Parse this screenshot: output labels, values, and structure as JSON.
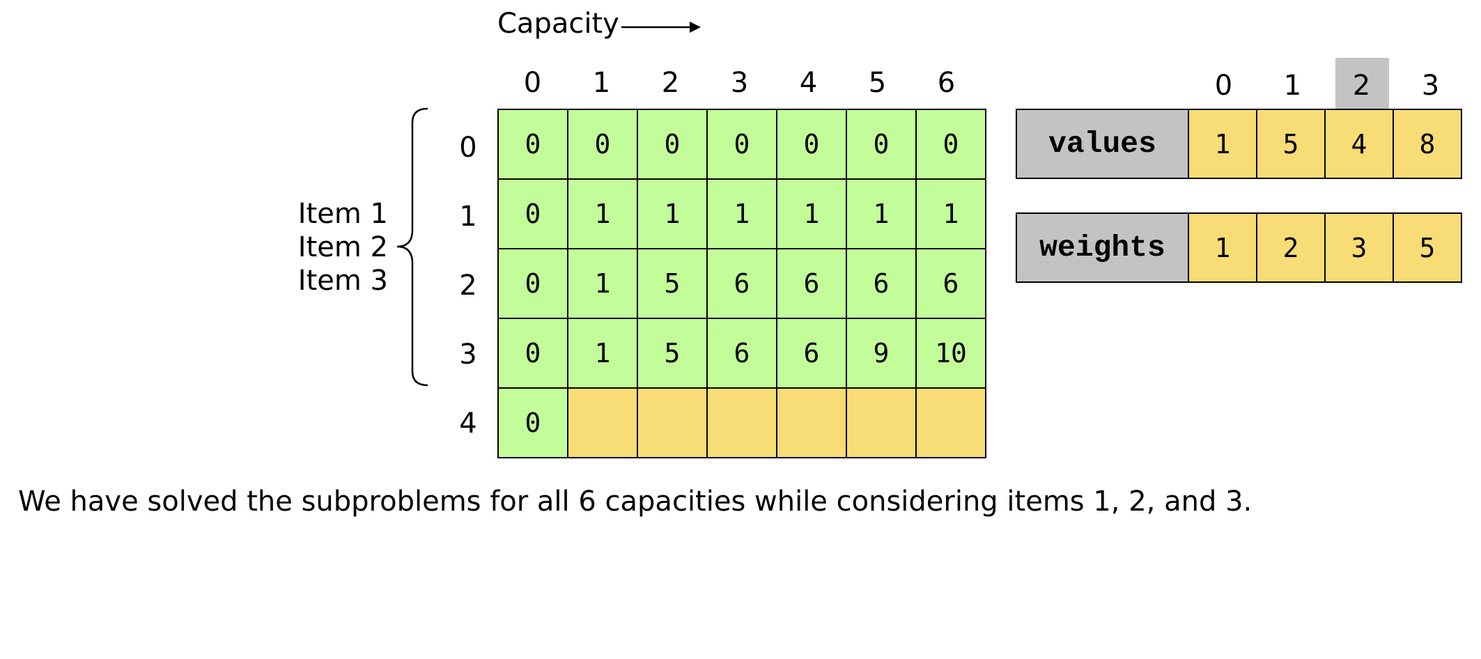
{
  "capacity_label": "Capacity",
  "capacity_headers": [
    "0",
    "1",
    "2",
    "3",
    "4",
    "5",
    "6"
  ],
  "row_headers": [
    "0",
    "1",
    "2",
    "3",
    "4"
  ],
  "item_labels": [
    "Item 1",
    "Item 2",
    "Item 3"
  ],
  "table": [
    [
      "0",
      "0",
      "0",
      "0",
      "0",
      "0",
      "0"
    ],
    [
      "0",
      "1",
      "1",
      "1",
      "1",
      "1",
      "1"
    ],
    [
      "0",
      "1",
      "5",
      "6",
      "6",
      "6",
      "6"
    ],
    [
      "0",
      "1",
      "5",
      "6",
      "6",
      "9",
      "10"
    ],
    [
      "0",
      "",
      "",
      "",
      "",
      "",
      ""
    ]
  ],
  "index_headers": [
    "0",
    "1",
    "2",
    "3"
  ],
  "highlighted_index": 2,
  "values": {
    "name": "values",
    "items": [
      "1",
      "5",
      "4",
      "8"
    ]
  },
  "weights": {
    "name": "weights",
    "items": [
      "1",
      "2",
      "3",
      "5"
    ]
  },
  "caption": "We have solved the subproblems for all 6 capacities while considering items 1, 2, and 3.",
  "colors": {
    "solved": "#c2fd9a",
    "pending": "#f8dc76",
    "label_bg": "#c3c3c3"
  }
}
